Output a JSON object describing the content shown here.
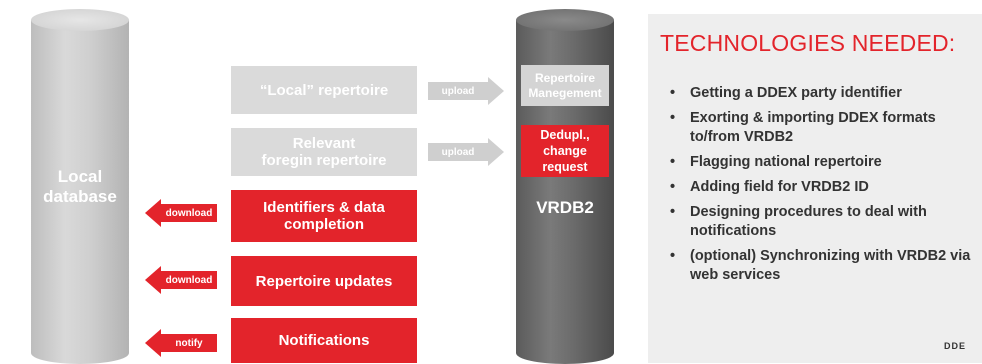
{
  "colors": {
    "accent": "#e3242b",
    "grey_box": "#dadada",
    "panel_bg": "#eeeeee"
  },
  "left_cylinder": {
    "label_line1": "Local",
    "label_line2": "database"
  },
  "right_cylinder": {
    "label": "VRDB2"
  },
  "boxes": {
    "local_repertoire": "“Local” repertoire",
    "relevant_line1": "Relevant",
    "relevant_line2": "foregin repertoire",
    "identifiers_line1": "Identifiers & data",
    "identifiers_line2": "completion",
    "repertoire_updates": "Repertoire updates",
    "notifications": "Notifications",
    "rep_mgmt_line1": "Repertoire",
    "rep_mgmt_line2": "Manegement",
    "dedupl_line1": "Dedupl.,",
    "dedupl_line2": "change request"
  },
  "arrows": {
    "upload_1": "upload",
    "upload_2": "upload",
    "download_1": "download",
    "download_2": "download",
    "notify": "notify"
  },
  "panel": {
    "title": "TECHNOLOGIES NEEDED:",
    "bullets": [
      "Getting a DDEX party identifier",
      "Exorting & importing DDEX formats to/from VRDB2",
      "Flagging national repertoire",
      "Adding field for VRDB2 ID",
      "Designing procedures to deal with notifications",
      "(optional) Synchronizing with VRDB2 via web services"
    ]
  },
  "logo_text": "DDE"
}
